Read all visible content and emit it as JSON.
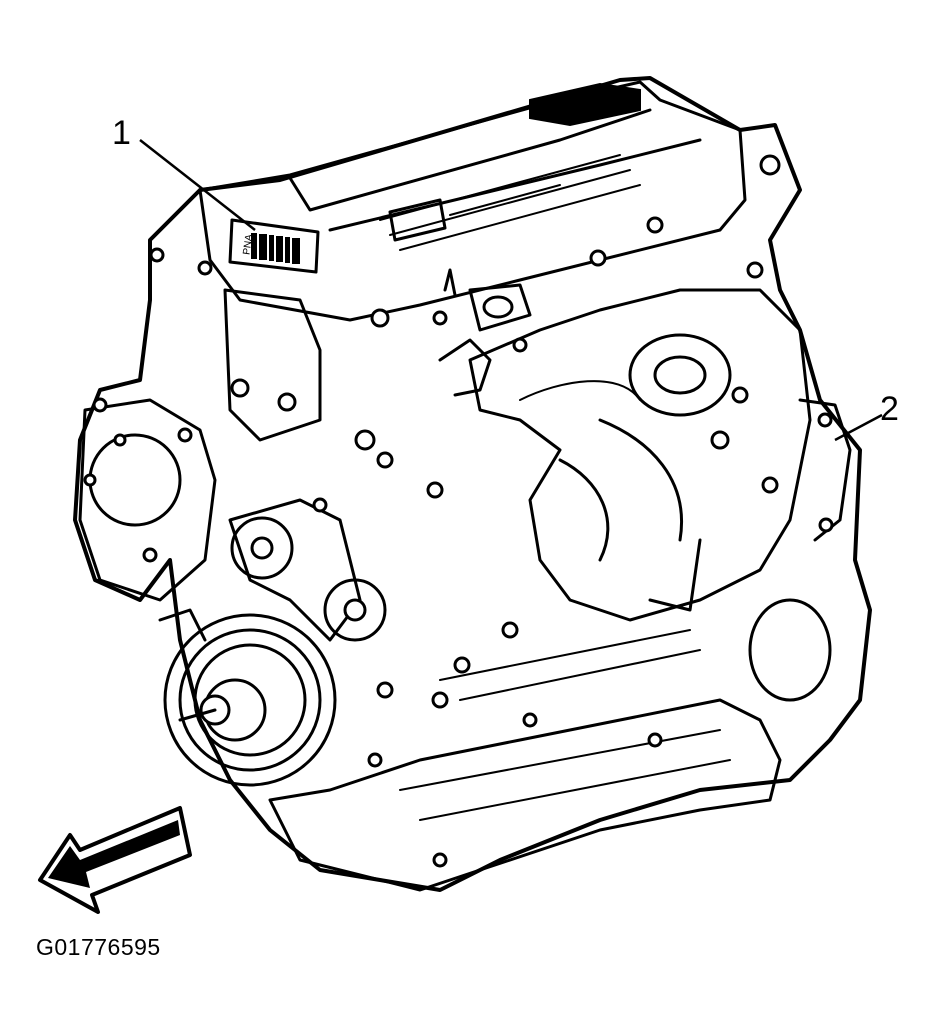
{
  "callouts": [
    {
      "number": "1"
    },
    {
      "number": "2"
    }
  ],
  "figure_id": "G01776595",
  "label_text": "PNA",
  "arrow_icon": "direction-arrow-icon"
}
